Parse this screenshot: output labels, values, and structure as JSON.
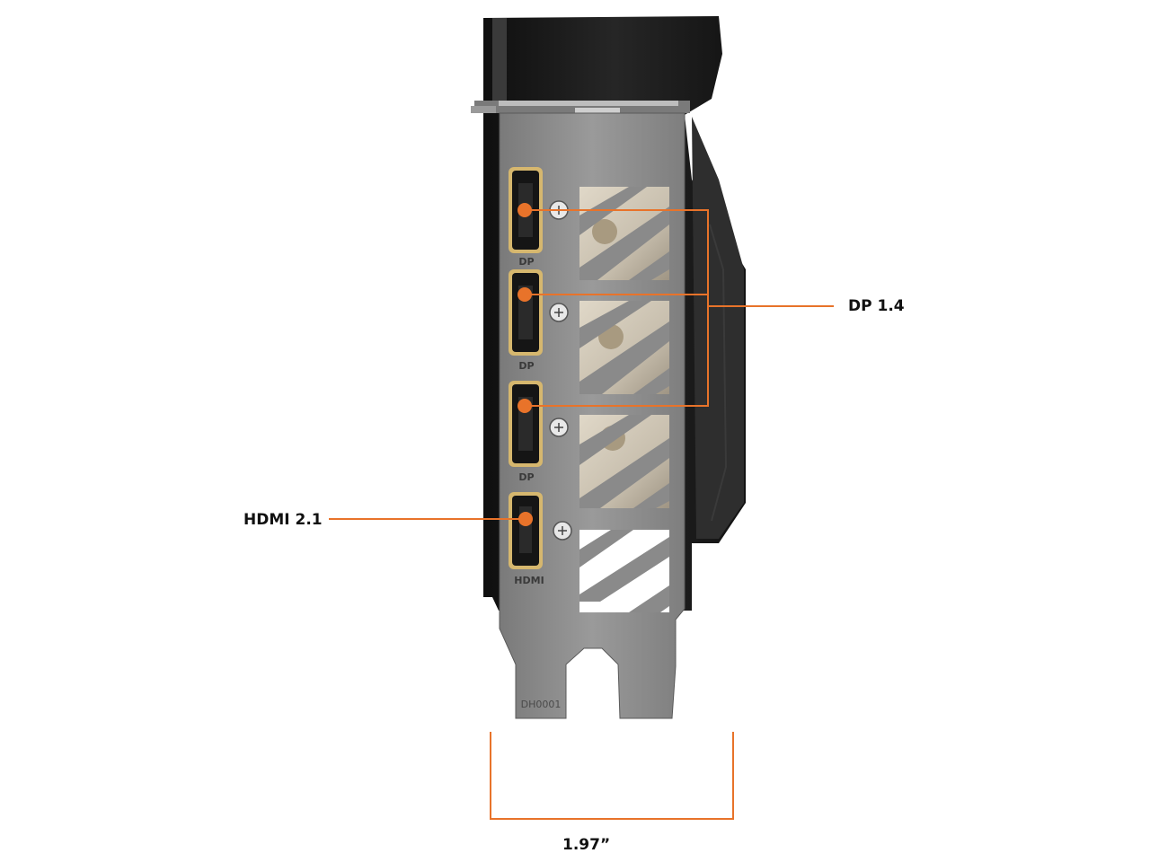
{
  "colors": {
    "accent": "#e8732a",
    "background": "#ffffff",
    "bracket": "#8c8c8c",
    "cooler": "#1a1a1a",
    "port_gold": "#c9a85c"
  },
  "callouts": {
    "displayport": "DP 1.4",
    "hdmi": "HDMI 2.1",
    "width": "1.97”"
  },
  "bracket_markings": {
    "dp_port_label": "DP",
    "hdmi_port_label": "HDMI",
    "part_code": "DH0001"
  }
}
